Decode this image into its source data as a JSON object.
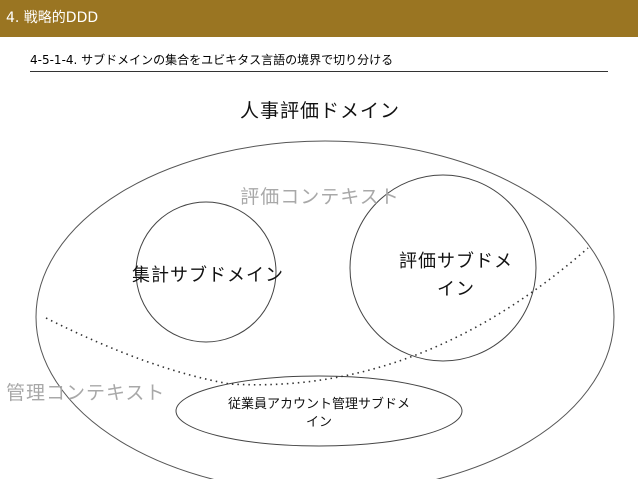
{
  "header": {
    "title": "4. 戦略的DDD"
  },
  "subtitle": "4-5-1-4. サブドメインの集合をユビキタス言語の境界で切り分ける",
  "diagram": {
    "domain_title": "人事評価ドメイン",
    "contexts": {
      "evaluation": "評価コンテキスト",
      "management": "管理コンテキスト"
    },
    "subdomains": {
      "aggregation": "集計サブドメイン",
      "evaluation_line1": "評価サブドメ",
      "evaluation_line2": "イン",
      "employee_account_line1": "従業員アカウント管理サブドメ",
      "employee_account_line2": "イン"
    },
    "colors": {
      "header_bg": "#9a7522",
      "context_label": "#a8a8a8",
      "line": "#444444"
    }
  }
}
